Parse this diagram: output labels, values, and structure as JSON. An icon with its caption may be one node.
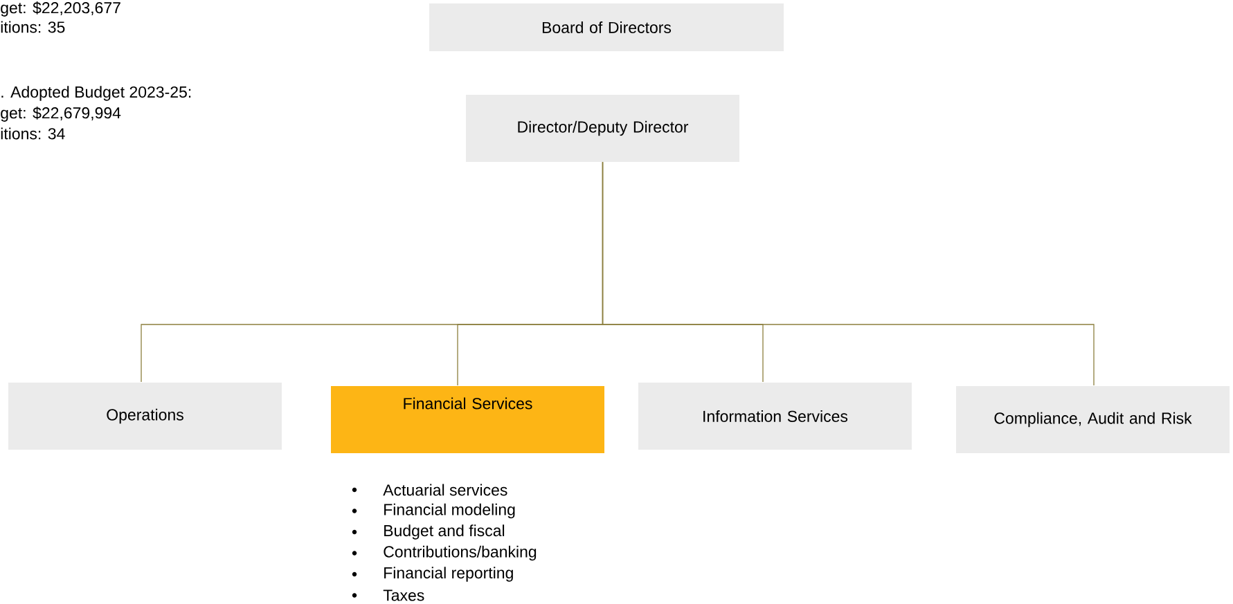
{
  "diagram": {
    "nodes": [
      {
        "text": [
          "Board of Directors"
        ]
      },
      {
        "text": [
          "Director/Deputy Director"
        ]
      },
      {
        "text": [
          "Operations"
        ]
      },
      {
        "text": [
          "Financial Services"
        ],
        "beside": [
          "Actuarial services",
          "Financial modeling",
          "Budget and fiscal",
          "Contributions/banking",
          "Financial reporting",
          "Taxes"
        ]
      },
      {
        "text": [
          "Information Services"
        ]
      },
      {
        "text": [
          "Compliance, Audit and Risk"
        ]
      }
    ],
    "edges": [
      {
        "from": 1,
        "to": 2,
        "arrow": "none"
      },
      {
        "from": 1,
        "to": 3,
        "arrow": "none"
      },
      {
        "from": 1,
        "to": 4,
        "arrow": "none"
      },
      {
        "from": 1,
        "to": 5,
        "arrow": "none"
      }
    ],
    "labels": [
      "get: $22,203,677",
      "itions: 35",
      ". Adopted Budget 2023-25:",
      "get: $22,679,994",
      "itions: 34"
    ]
  }
}
